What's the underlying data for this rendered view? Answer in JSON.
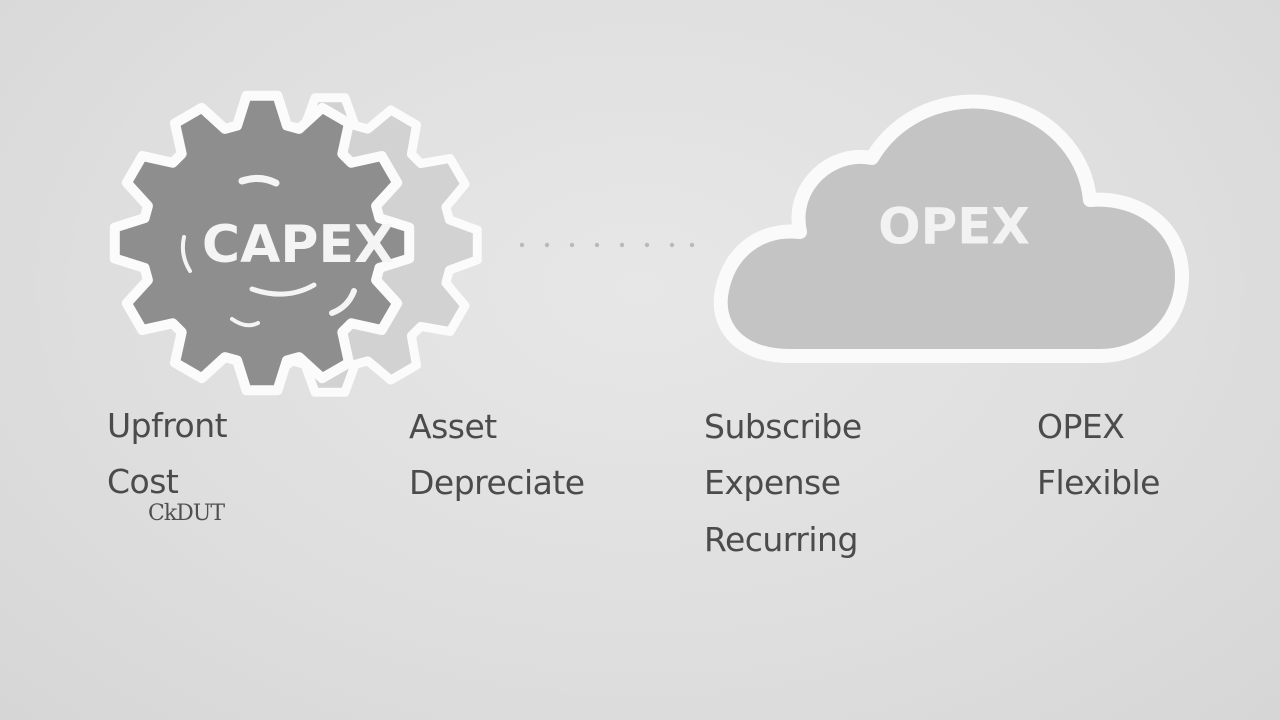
{
  "capex": {
    "title": "CAPEX",
    "icon": "gear-icon",
    "terms_col1": [
      "Upfront",
      "Cost",
      "CkDUT"
    ],
    "terms_col2": [
      "Asset",
      "Depreciate"
    ]
  },
  "opex": {
    "title": "OPEX",
    "icon": "cloud-icon",
    "terms_col1": [
      "Subscribe",
      "Expense",
      "Recurring"
    ],
    "terms_col2": [
      "OPEX",
      "Flexible"
    ]
  },
  "colors": {
    "background": "#e2e2e2",
    "gear_fill": "#8c8c8c",
    "cloud_fill": "#c4c4c4",
    "outline": "#fafafa",
    "text": "#4b4b4b"
  }
}
